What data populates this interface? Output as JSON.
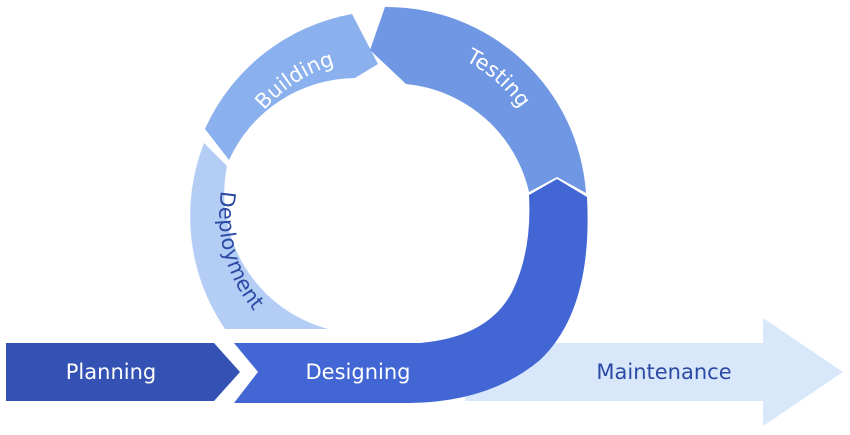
{
  "stages": {
    "planning": {
      "label": "Planning",
      "color": "#3452b4"
    },
    "designing": {
      "label": "Designing",
      "color": "#4266d3"
    },
    "testing": {
      "label": "Testing",
      "color": "#6f97e3"
    },
    "building": {
      "label": "Building",
      "color": "#8bb0ee"
    },
    "deployment": {
      "label": "Deployment",
      "color": "#b3cdf5"
    },
    "maintenance": {
      "label": "Maintenance",
      "color": "#d8e7fa",
      "text_color": "#2c4aa5"
    }
  }
}
